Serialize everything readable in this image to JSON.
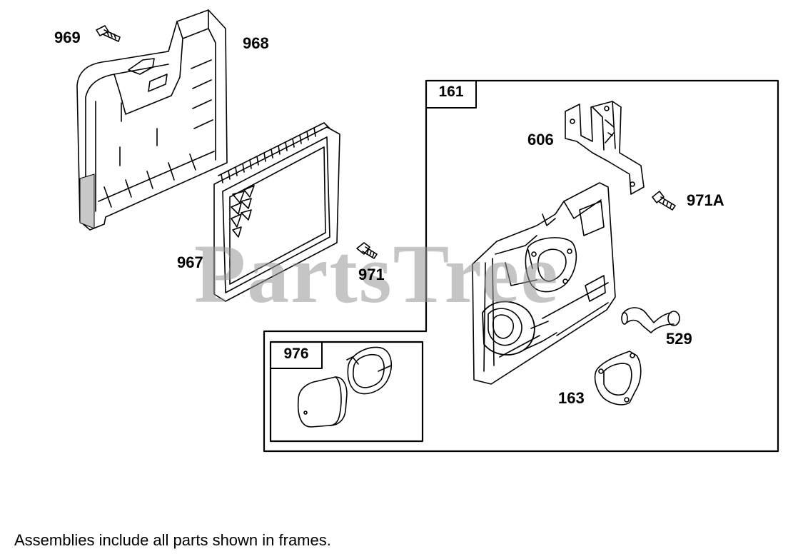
{
  "labels": {
    "p969": "969",
    "p968": "968",
    "p967": "967",
    "p971": "971",
    "p161": "161",
    "p606": "606",
    "p971a": "971A",
    "p529": "529",
    "p163": "163",
    "p976": "976"
  },
  "footnote": "Assemblies include all parts shown in frames.",
  "watermark": "PartsTree",
  "colors": {
    "line": "#000000",
    "fill": "#ffffff",
    "shade": "#9a9a9a",
    "watermark": "#969696"
  }
}
